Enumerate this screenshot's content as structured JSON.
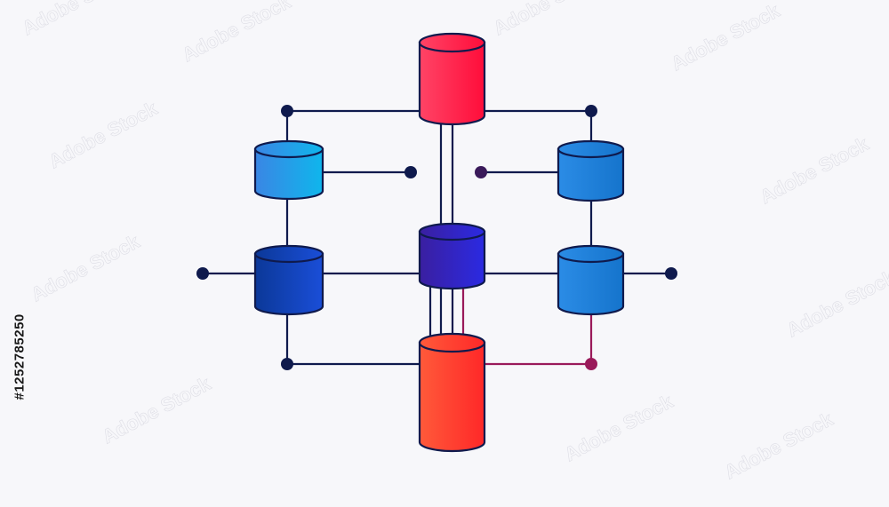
{
  "watermark": {
    "brand": "Adobe Stock",
    "stock_id": "#1252785250"
  },
  "colors": {
    "background": "#f7f7fa",
    "line": "#0f1a4d",
    "outline": "#0f1a4d",
    "top_db": [
      "#ff3b5c",
      "#ff0f3a"
    ],
    "bottom_db": [
      "#ff5a3a",
      "#ff2a2a"
    ],
    "center_db": [
      "#3a1fa8",
      "#2a28e0"
    ],
    "left_upper_db": [
      "#3a8ee8",
      "#12b4ec"
    ],
    "left_lower_db": [
      "#0b3aa8",
      "#1a4ad8"
    ],
    "right_upper_db": [
      "#2a8ae6",
      "#1a78d0"
    ],
    "right_lower_db": [
      "#2a8ae6",
      "#1a78d0"
    ],
    "accent_connector": "#9a1a5a"
  },
  "diagram": {
    "nodes": [
      {
        "id": "db-top",
        "icon": "database-cylinder-icon"
      },
      {
        "id": "db-left-upper",
        "icon": "database-cylinder-icon"
      },
      {
        "id": "db-right-upper",
        "icon": "database-cylinder-icon"
      },
      {
        "id": "db-center",
        "icon": "database-cylinder-icon"
      },
      {
        "id": "db-left-lower",
        "icon": "database-cylinder-icon"
      },
      {
        "id": "db-right-lower",
        "icon": "database-cylinder-icon"
      },
      {
        "id": "db-bottom",
        "icon": "database-cylinder-icon"
      }
    ]
  }
}
